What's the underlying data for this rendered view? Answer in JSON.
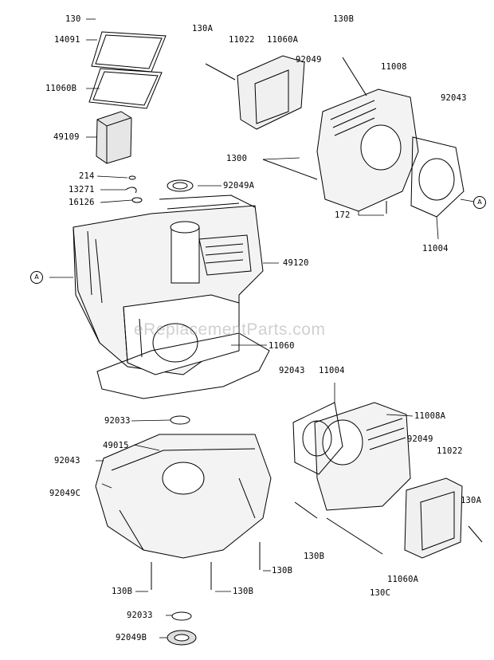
{
  "labels": {
    "p130_top": "130",
    "p14091": "14091",
    "p11060B": "11060B",
    "p49109": "49109",
    "p214": "214",
    "p13271": "13271",
    "p16126": "16126",
    "p130A_top": "130A",
    "p11022_top": "11022",
    "p11060A_top": "11060A",
    "p130B_top": "130B",
    "p92049_top": "92049",
    "p11008": "11008",
    "p92043_right": "92043",
    "p1300": "1300",
    "p172": "172",
    "p11004_right": "11004",
    "p92049A": "92049A",
    "p49120": "49120",
    "p11060": "11060",
    "p92043_mid": "92043",
    "p11004_mid": "11004",
    "p11008A": "11008A",
    "p92033_top": "92033",
    "p49015": "49015",
    "p92043_left": "92043",
    "p92049_low": "92049",
    "p11022_low": "11022",
    "p92049C": "92049C",
    "p130A_low": "130A",
    "p130B_mid": "130B",
    "p130B_lowA": "130B",
    "p130B_lowB": "130B",
    "p130B_lowC": "130B",
    "p130C": "130C",
    "p11060A_low": "11060A",
    "p92033_bot": "92033",
    "p92049B": "92049B"
  },
  "refs": {
    "ref_left": "A",
    "ref_right": "A"
  },
  "watermark": "eReplacementParts.com"
}
